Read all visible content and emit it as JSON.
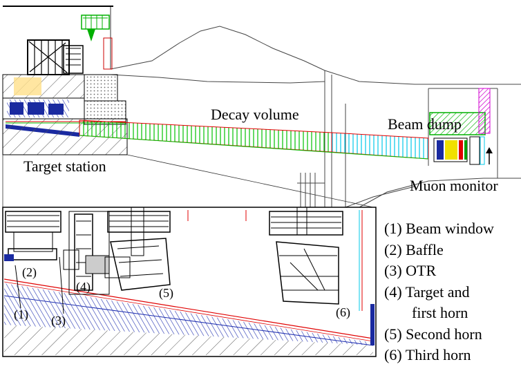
{
  "labels": {
    "decay_volume": "Decay volume",
    "beam_dump": "Beam dump",
    "target_station": "Target station",
    "muon_monitor": "Muon monitor"
  },
  "inset_callouts": [
    "(1)",
    "(2)",
    "(3)",
    "(4)",
    "(5)",
    "(6)"
  ],
  "legend": [
    {
      "num": "(1)",
      "text": "Beam window"
    },
    {
      "num": "(2)",
      "text": "Baffle"
    },
    {
      "num": "(3)",
      "text": "OTR"
    },
    {
      "num": "(4)",
      "text": "Target and",
      "cont": "first horn"
    },
    {
      "num": "(5)",
      "text": "Second horn"
    },
    {
      "num": "(6)",
      "text": "Third horn"
    }
  ],
  "colors": {
    "beamline_green": "#00c000",
    "beamline_red": "#e00000",
    "beamline_cyan": "#00c8e8",
    "horn_blue": "#1a2aa0",
    "magenta": "#e020e0",
    "yellow": "#f0e000",
    "hatch_gray": "#555555"
  }
}
